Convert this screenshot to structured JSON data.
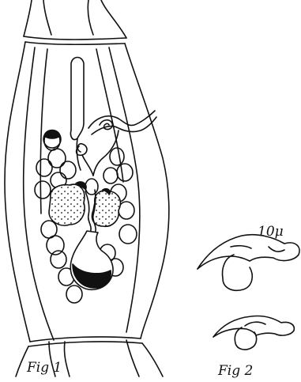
{
  "figures": [
    {
      "id": "fig1",
      "caption": "Fig 1"
    },
    {
      "id": "fig2",
      "caption": "Fig 2",
      "scale_label": "10μ"
    }
  ],
  "colors": {
    "ink": "#111111",
    "paper": "#ffffff"
  }
}
